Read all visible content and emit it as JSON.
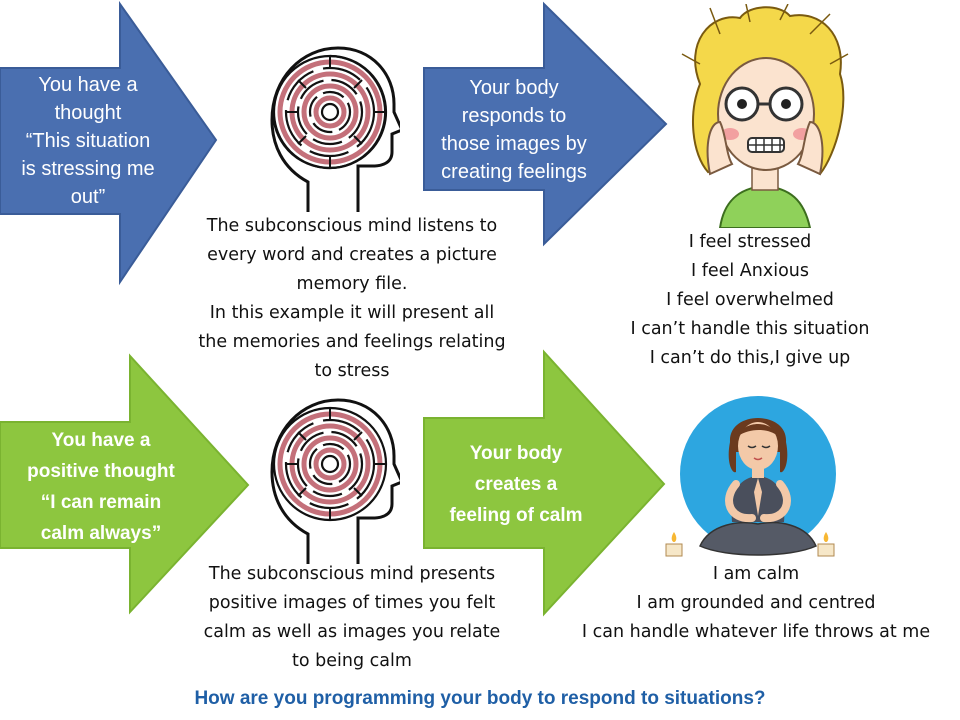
{
  "colors": {
    "blue_arrow": "#4a6fb0",
    "blue_arrow_edge": "#3a5c98",
    "green_arrow": "#8dc63f",
    "green_arrow_edge": "#7ab330",
    "footer_text": "#1f5fa6",
    "calm_circle": "#2da6e0"
  },
  "row1": {
    "thought_arrow": {
      "lines": [
        "You have a",
        "thought",
        "“This situation",
        "is stressing me",
        "out”"
      ]
    },
    "brain_icon": "head-maze-icon",
    "subconscious_text": {
      "lines": [
        "The subconscious mind listens to",
        "every word and creates a picture",
        "memory file.",
        "In this example it will present all",
        "the memories and feelings relating",
        "to stress"
      ]
    },
    "body_arrow": {
      "lines": [
        "Your body",
        "responds to",
        "those images by",
        "creating feelings"
      ]
    },
    "illustration": "stressed-woman-icon",
    "feelings": {
      "lines": [
        "I feel stressed",
        "I feel Anxious",
        "I feel overwhelmed",
        "I can’t handle this situation",
        "I can’t do this,I give up"
      ]
    }
  },
  "row2": {
    "thought_arrow": {
      "lines": [
        "You have a",
        "positive thought",
        "“I can remain",
        "calm always”"
      ]
    },
    "brain_icon": "head-maze-icon",
    "subconscious_text": {
      "lines": [
        "The subconscious mind presents",
        "positive images of times you felt",
        "calm as well as images you relate",
        "to being calm"
      ]
    },
    "body_arrow": {
      "lines": [
        "Your body",
        "creates a",
        "feeling of calm"
      ]
    },
    "illustration": "meditating-woman-icon",
    "feelings": {
      "lines": [
        "I am calm",
        "I am grounded and centred",
        "I can handle whatever life throws at me"
      ]
    }
  },
  "footer": "How are you programming your body to respond to situations?"
}
